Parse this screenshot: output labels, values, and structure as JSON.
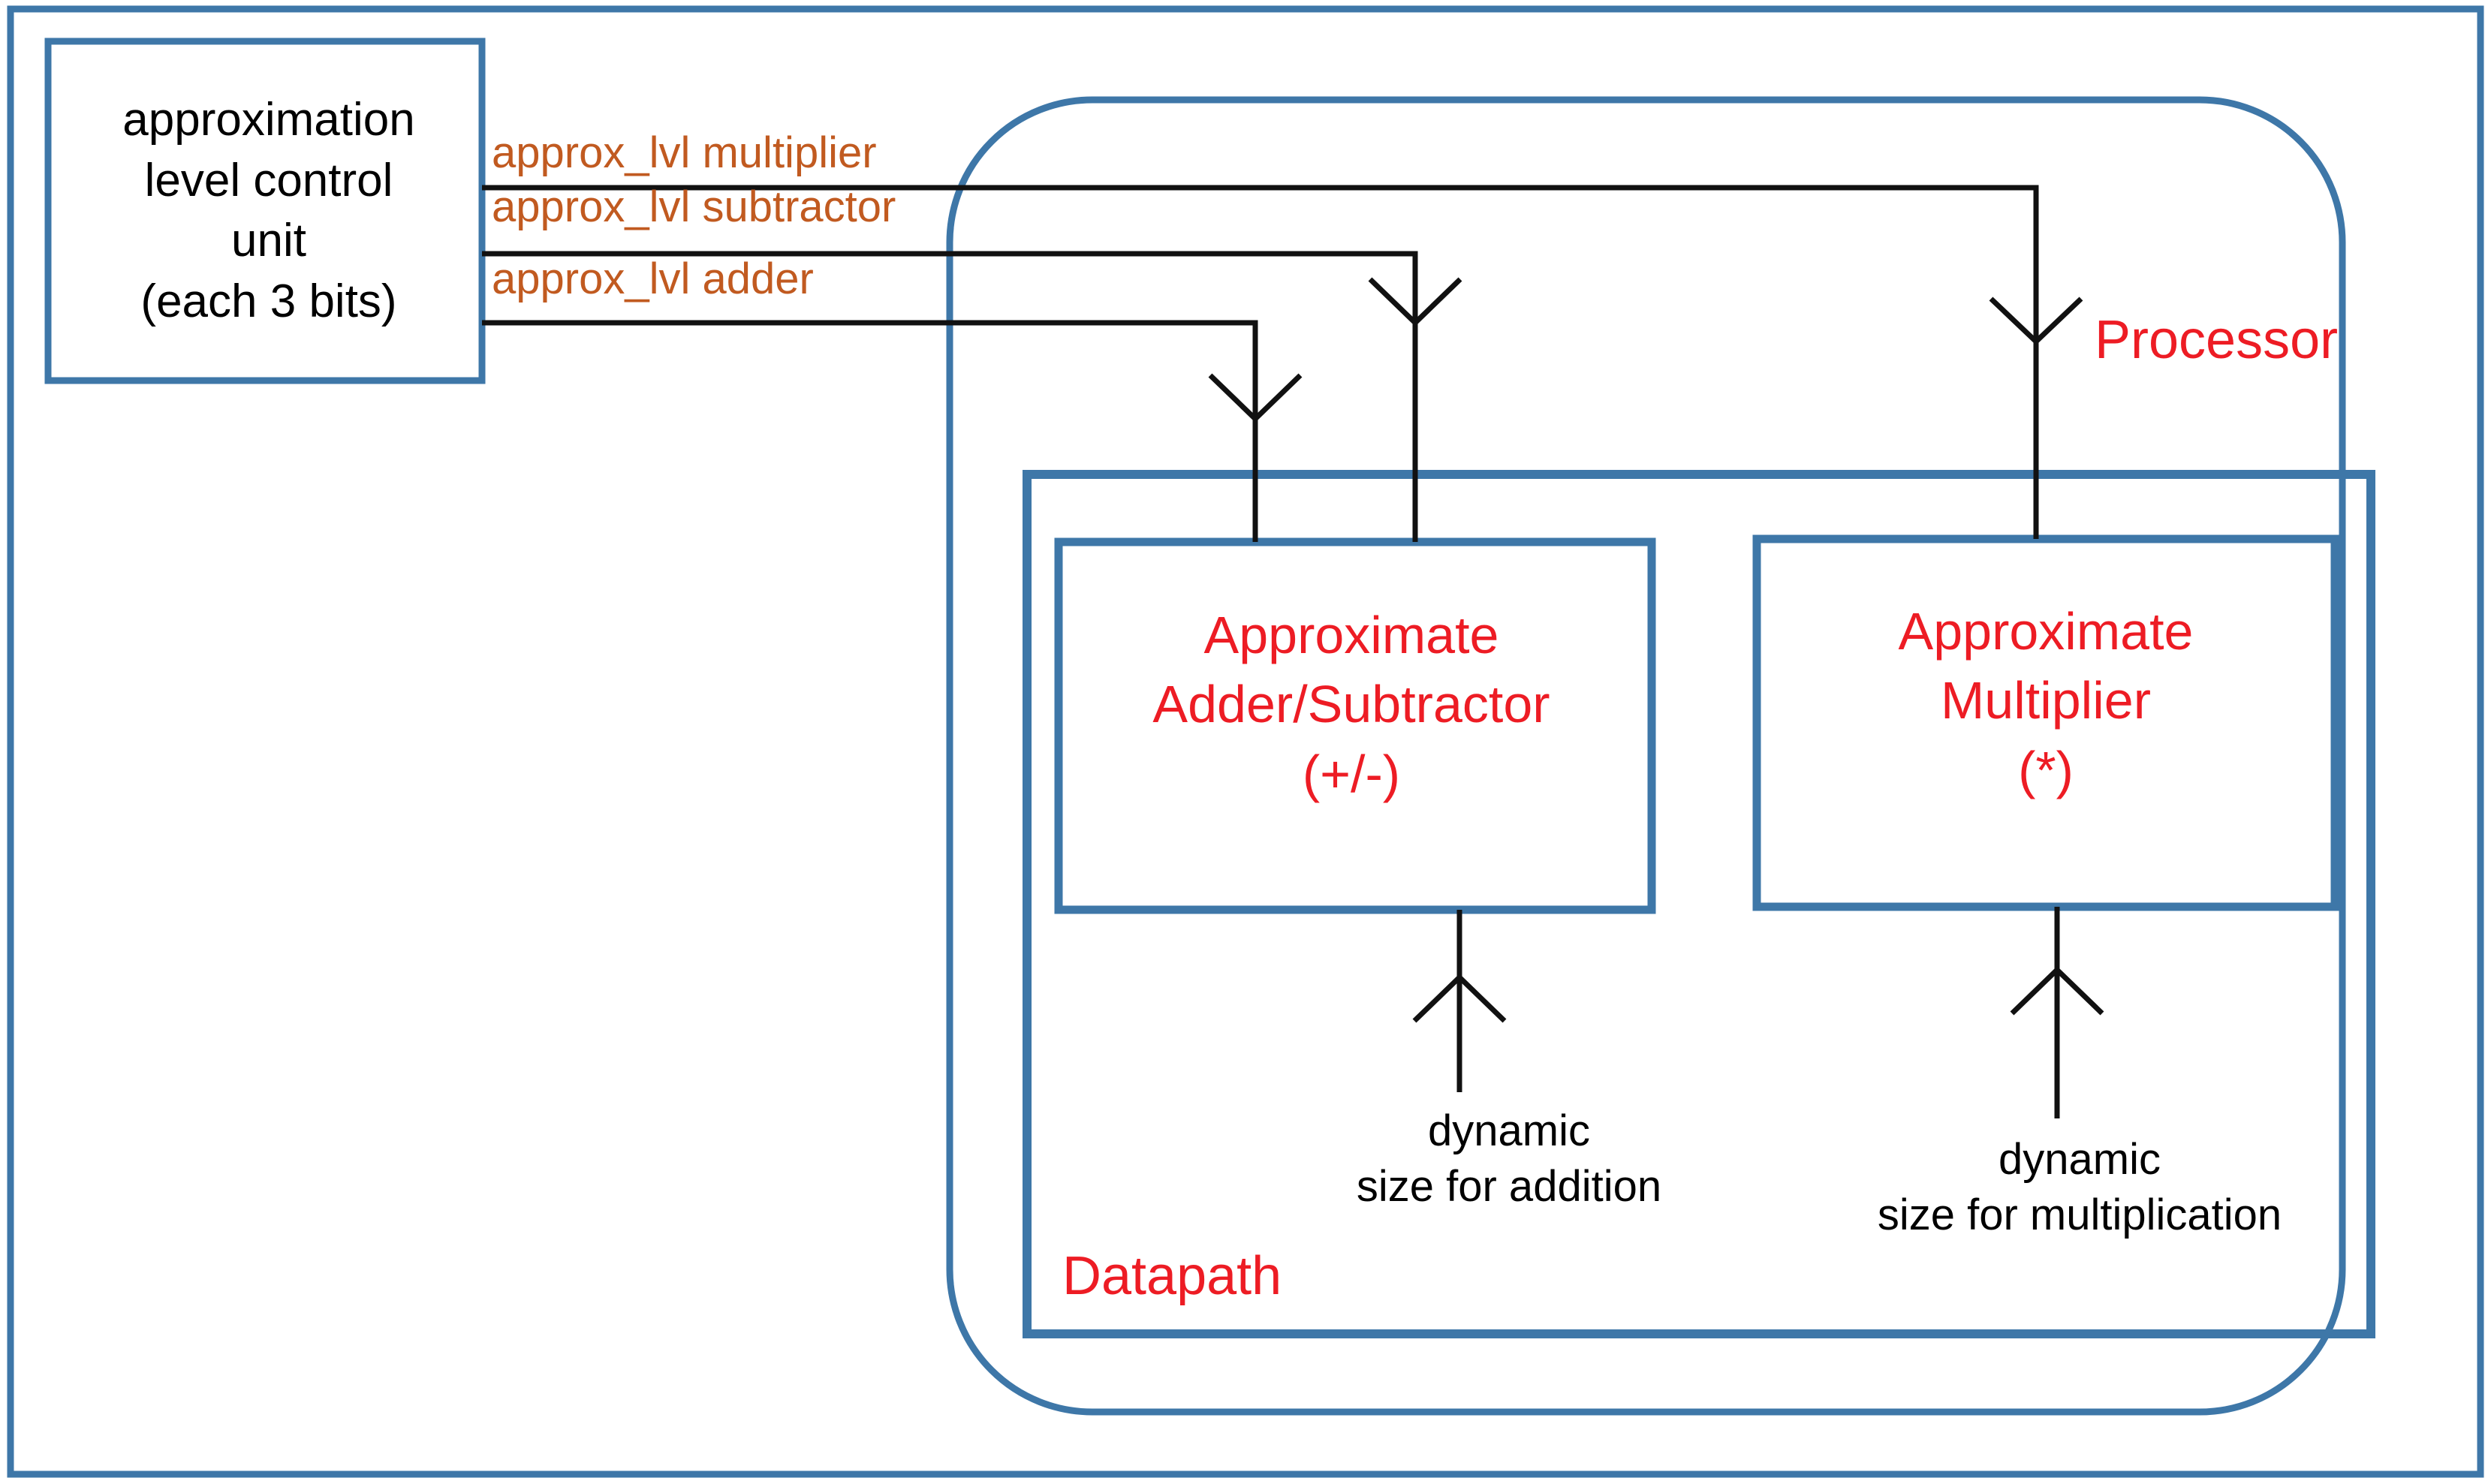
{
  "diagram": {
    "title_hidden": "",
    "colors": {
      "frame_blue": "#3E77A8",
      "box_blue": "#3E77A8",
      "signal_orange": "#C15A20",
      "label_red": "#ED1C24",
      "wire_black": "#111111",
      "background": "#FFFFFF"
    },
    "outer_frame": {
      "name": "figure-border"
    },
    "control_unit": {
      "lines": [
        "approximation",
        "level control",
        "unit",
        "(each 3 bits)"
      ],
      "text": "approximation\nlevel control\nunit\n(each 3 bits)"
    },
    "signals": [
      {
        "id": "approx_lvl_multiplier",
        "label": "approx_lvl multiplier",
        "target": "Approximate Multiplier"
      },
      {
        "id": "approx_lvl_subtractor",
        "label": "approx_lvl subtractor",
        "target": "Approximate Adder/Subtractor"
      },
      {
        "id": "approx_lvl_adder",
        "label": "approx_lvl adder",
        "target": "Approximate Adder/Subtractor"
      }
    ],
    "processor": {
      "label": "Processor"
    },
    "datapath": {
      "label": "Datapath"
    },
    "units": [
      {
        "id": "approximate-adder-subtractor",
        "lines": [
          "Approximate",
          "Adder/Subtractor",
          "(+/-)"
        ],
        "text": "Approximate\nAdder/Subtractor\n(+/-)"
      },
      {
        "id": "approximate-multiplier",
        "lines": [
          "Approximate",
          "Multiplier",
          "(*)"
        ],
        "text": "Approximate\nMultiplier\n(*)"
      }
    ],
    "inputs": [
      {
        "id": "dynamic-size-addition",
        "lines": [
          "dynamic",
          "size for addition"
        ],
        "text": "dynamic\nsize for addition"
      },
      {
        "id": "dynamic-size-multiplication",
        "lines": [
          "dynamic",
          "size for multiplication"
        ],
        "text": "dynamic\nsize for multiplication"
      }
    ]
  }
}
